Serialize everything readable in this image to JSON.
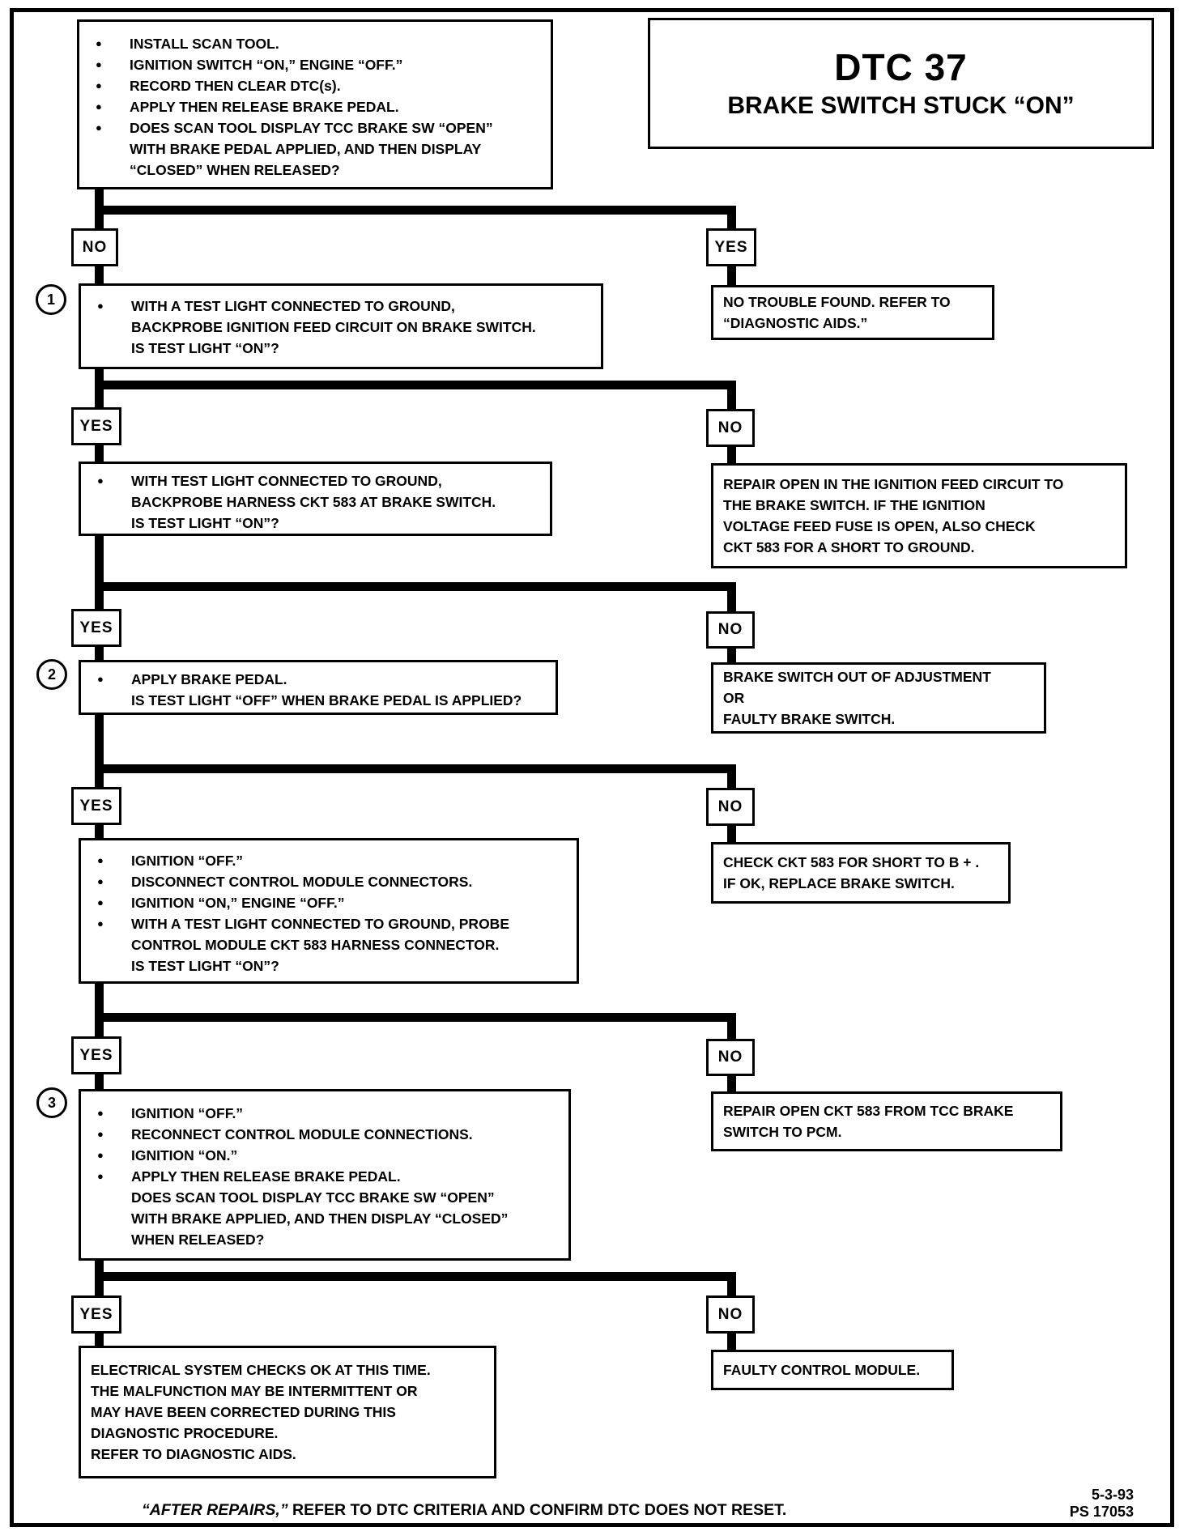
{
  "title": {
    "code": "DTC 37",
    "name": "BRAKE SWITCH STUCK “ON”"
  },
  "start": {
    "bullets": [
      "INSTALL SCAN TOOL.",
      "IGNITION SWITCH “ON,” ENGINE “OFF.”",
      "RECORD THEN CLEAR DTC(s).",
      "APPLY THEN RELEASE BRAKE PEDAL.",
      "DOES SCAN TOOL DISPLAY TCC BRAKE SW “OPEN”\nWITH BRAKE PEDAL APPLIED, AND THEN DISPLAY\n“CLOSED” WHEN RELEASED?"
    ]
  },
  "branches": [
    {
      "left": "NO",
      "right": "YES"
    },
    {
      "left": "YES",
      "right": "NO"
    },
    {
      "left": "YES",
      "right": "NO"
    },
    {
      "left": "YES",
      "right": "NO"
    },
    {
      "left": "YES",
      "right": "NO"
    },
    {
      "left": "YES",
      "right": "NO"
    }
  ],
  "markers": [
    "1",
    "2",
    "3"
  ],
  "questions": {
    "q1": "WITH A TEST LIGHT CONNECTED TO GROUND,\nBACKPROBE IGNITION FEED CIRCUIT ON BRAKE SWITCH.\nIS TEST LIGHT “ON”?",
    "q2": "WITH TEST LIGHT CONNECTED TO GROUND,\nBACKPROBE HARNESS CKT 583 AT BRAKE SWITCH.\nIS TEST LIGHT “ON”?",
    "q3": "APPLY BRAKE PEDAL.\nIS TEST LIGHT “OFF” WHEN BRAKE PEDAL IS APPLIED?",
    "q4_bullets": [
      "IGNITION “OFF.”",
      "DISCONNECT CONTROL MODULE CONNECTORS.",
      "IGNITION “ON,” ENGINE “OFF.”",
      "WITH A TEST LIGHT CONNECTED TO GROUND, PROBE\nCONTROL MODULE CKT 583 HARNESS CONNECTOR.\nIS TEST LIGHT “ON”?"
    ],
    "q5_bullets": [
      "IGNITION “OFF.”",
      "RECONNECT CONTROL MODULE CONNECTIONS.",
      "IGNITION “ON.”",
      "APPLY THEN RELEASE BRAKE PEDAL.\nDOES SCAN TOOL DISPLAY TCC BRAKE SW “OPEN”\nWITH BRAKE APPLIED, AND THEN DISPLAY “CLOSED”\nWHEN RELEASED?"
    ],
    "final_yes": "ELECTRICAL SYSTEM CHECKS OK AT THIS TIME.\nTHE MALFUNCTION MAY BE INTERMITTENT OR\nMAY HAVE BEEN CORRECTED DURING THIS\nDIAGNOSTIC PROCEDURE.\nREFER TO DIAGNOSTIC AIDS."
  },
  "results": {
    "r1": "NO TROUBLE FOUND.  REFER TO\n“DIAGNOSTIC AIDS.”",
    "r2": "REPAIR OPEN IN THE IGNITION FEED CIRCUIT TO\nTHE BRAKE SWITCH.  IF THE IGNITION\nVOLTAGE FEED FUSE IS OPEN, ALSO CHECK\nCKT 583 FOR A SHORT TO GROUND.",
    "r3": "BRAKE SWITCH OUT OF ADJUSTMENT\nOR\nFAULTY BRAKE SWITCH.",
    "r4": "CHECK CKT 583 FOR SHORT TO B + .\nIF OK, REPLACE BRAKE SWITCH.",
    "r5": "REPAIR OPEN CKT 583 FROM TCC BRAKE\nSWITCH TO PCM.",
    "r6": "FAULTY CONTROL MODULE."
  },
  "footer": {
    "italic": "“AFTER REPAIRS,”",
    "rest": " REFER TO DTC CRITERIA  AND CONFIRM DTC DOES NOT RESET."
  },
  "corner": {
    "date": "5-3-93",
    "doc": "PS 17053"
  }
}
